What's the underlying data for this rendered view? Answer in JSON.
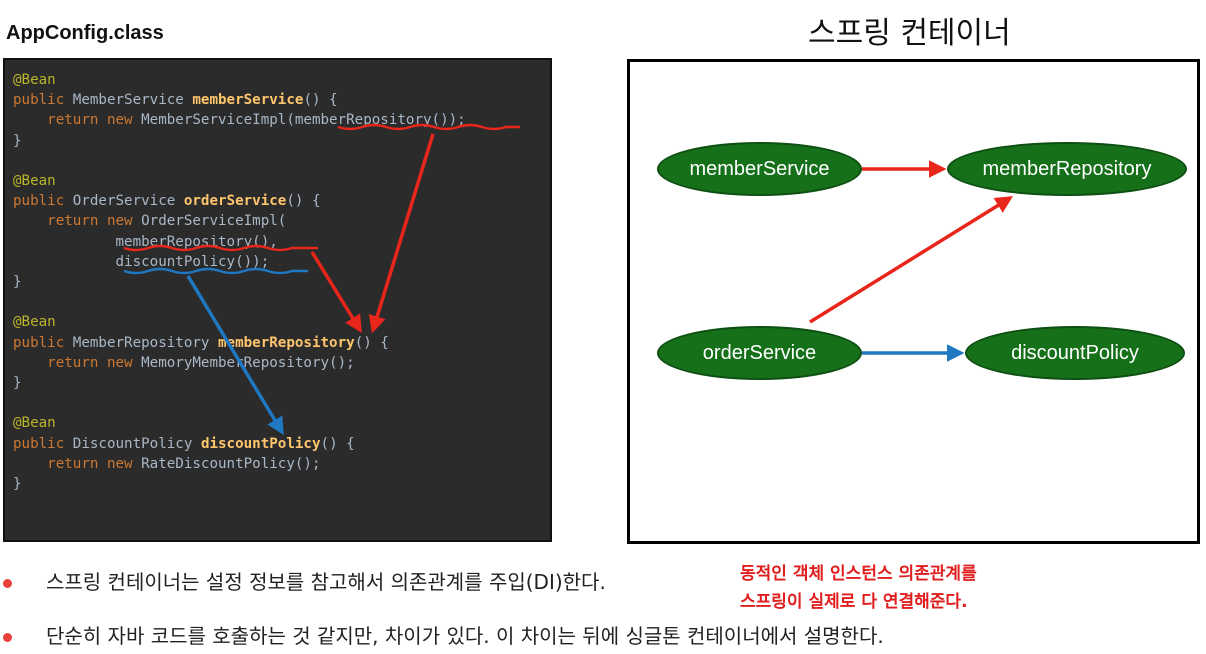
{
  "file_title": "AppConfig.class",
  "code": {
    "annotation": "@Bean",
    "kw_public": "public",
    "kw_return": "return",
    "kw_new": "new",
    "bean1": {
      "type": "MemberService",
      "method": "memberService",
      "sig_suffix": "() {",
      "impl": "MemberServiceImpl(memberRepository());"
    },
    "bean2": {
      "type": "OrderService",
      "method": "orderService",
      "sig_suffix": "() {",
      "impl": "OrderServiceImpl(",
      "arg1": "memberRepository(),",
      "arg2": "discountPolicy());"
    },
    "bean3": {
      "type": "MemberRepository",
      "method": "memberRepository",
      "sig_suffix": "() {",
      "impl": "MemoryMemberRepository();"
    },
    "bean4": {
      "type": "DiscountPolicy",
      "method": "discountPolicy",
      "sig_suffix": "() {",
      "impl": "RateDiscountPolicy();"
    },
    "close": "}"
  },
  "container": {
    "title": "스프링 컨테이너",
    "beans": {
      "member_service": "memberService",
      "member_repository": "memberRepository",
      "order_service": "orderService",
      "discount_policy": "discountPolicy"
    }
  },
  "bullets": [
    "스프링 컨테이너는 설정 정보를 참고해서 의존관계를 주입(DI)한다.",
    "단순히 자바 코드를 호출하는 것 같지만, 차이가 있다. 이 차이는 뒤에 싱글톤 컨테이너에서 설명한다."
  ],
  "note": {
    "line1": "동적인 객체 인스턴스 의존관계를",
    "line2": "스프링이 실제로 다 연결해준다."
  },
  "colors": {
    "red_arrow": "#e8261b",
    "blue_arrow": "#1f78c1",
    "bean_fill": "#16701a",
    "code_bg": "#2b2b2b"
  }
}
